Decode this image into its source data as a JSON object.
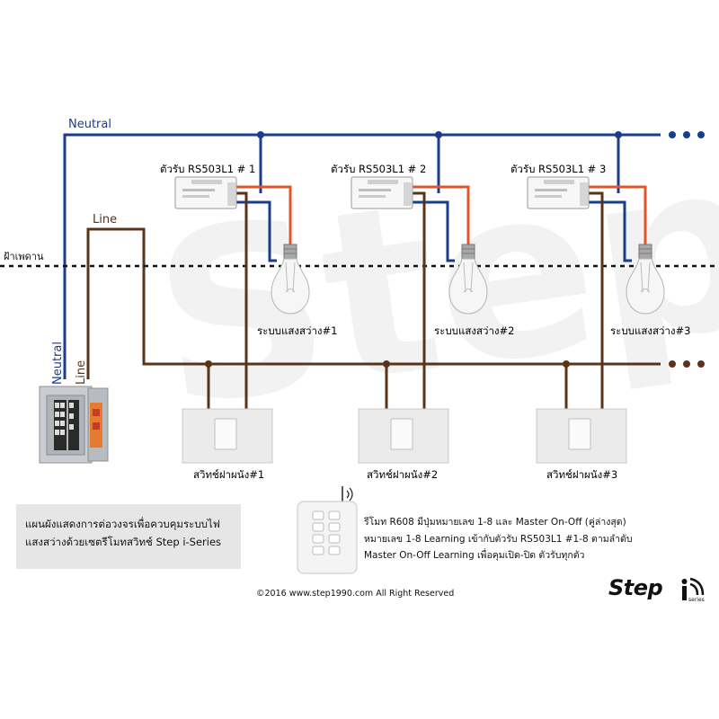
{
  "watermark": "Step",
  "wires": {
    "neutral_label": "Neutral",
    "line_label": "Line",
    "neutral_vertical_label": "Neutral",
    "line_vertical_label": "Line",
    "ceiling_label": "ฝ้าเพดาน",
    "continuation": "• • •",
    "colors": {
      "neutral": "#1b3c8c",
      "line": "#5a3418",
      "load": "#e2542a",
      "ceiling": "#111111"
    }
  },
  "receivers": [
    {
      "label": "ตัวรับ RS503L1 # 1"
    },
    {
      "label": "ตัวรับ RS503L1 # 2"
    },
    {
      "label": "ตัวรับ RS503L1 # 3"
    }
  ],
  "lights": [
    {
      "label": "ระบบแสงสว่าง#1"
    },
    {
      "label": "ระบบแสงสว่าง#2"
    },
    {
      "label": "ระบบแสงสว่าง#3"
    }
  ],
  "switches": [
    {
      "label": "สวิทช์ฝาผนัง#1"
    },
    {
      "label": "สวิทช์ฝาผนัง#2"
    },
    {
      "label": "สวิทช์ฝาผนัง#3"
    }
  ],
  "description": {
    "line1": "แผนผังแสดงการต่อวงจรเพื่อควบคุมระบบไฟ",
    "line2": "แสงสว่างด้วยเซตรีโมทสวิทช์ Step i-Series"
  },
  "remote_text": {
    "line1": "รีโมท R608 มีปุ่มหมายเลข 1-8 และ Master On-Off (คู่ล่างสุด)",
    "line2": "หมายเลข 1-8 Learning เข้ากับตัวรับ RS503L1 #1-8 ตามลำดับ",
    "line3": "Master On-Off Learning เพื่อคุมเปิด-ปิด ตัวรับทุกตัว"
  },
  "copyright": "©2016 www.step1990.com All Right Reserved",
  "logo": {
    "text": "Step",
    "series": "series"
  }
}
